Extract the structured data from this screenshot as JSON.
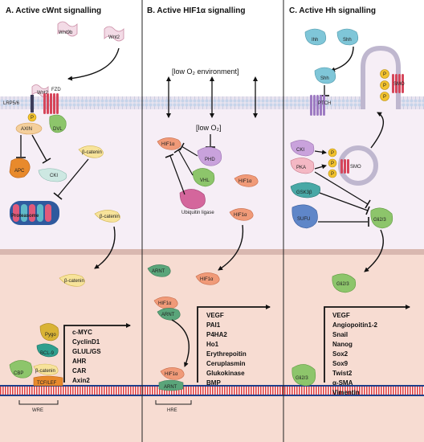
{
  "panels": [
    {
      "title": "A. Active  cWnt signalling"
    },
    {
      "title": "B. Active HIF1α signalling"
    },
    {
      "title": "C. Active Hh signalling"
    }
  ],
  "wnt": {
    "wnt9b": "Wnt9b",
    "wnt2": "Wnt2",
    "wnt2_receptor": "Wnt2",
    "lrp": "LRP5/6",
    "fzd": "FZD",
    "p": "P",
    "axin": "AXIN",
    "dvl": "DVL",
    "apc": "APC",
    "cki": "CKI",
    "beta_catenin_cyto": "β-catenin",
    "proteasome": "Proteasome",
    "beta_catenin_1": "β-catenin",
    "beta_catenin_2": "β-catenin",
    "pygo": "Pygo",
    "bcl9": "BCL-9",
    "cbp": "CBP",
    "beta_catenin_nuc": "β-catenin",
    "tcf": "TCF/LEF",
    "wre": "WRE",
    "genes": [
      "c-MYC",
      "CyclinD1",
      "GLUL/GS",
      "AHR",
      "CAR",
      "Axin2"
    ]
  },
  "hif": {
    "env_high": "[low O₂ environment]",
    "env_low": "[low O₂]",
    "hif1a_1": "HIF1α",
    "phd": "PHD",
    "vhl": "VHL",
    "hif1a_2": "HIF1α",
    "ubiquitin": "Ubiquitin ligase",
    "hif1a_3": "HIF1α",
    "arnt_1": "ARNT",
    "hif1a_4": "HIF1α",
    "hif1a_5": "HIF1α",
    "arnt_2": "ARNT",
    "hif1a_6": "HIF1α",
    "arnt_3": "ARNT",
    "hre": "HRE",
    "genes": [
      "VEGF",
      "PAI1",
      "P4HA2",
      "Ho1",
      "Erythrepoitin",
      "Ceruplasmin",
      "Glukokinase",
      "BMP"
    ]
  },
  "hh": {
    "ihh": "Ihh",
    "shh_1": "Shh",
    "shh_2": "Shh",
    "ptch": "PTCH",
    "smo_1": "SMO",
    "p": "P",
    "cki": "CKI",
    "pka": "PKA",
    "smo_2": "SMO",
    "gsk3b": "GSK3β",
    "sufu": "SUFU",
    "gli_1": "Gli2/3",
    "gli_2": "Gli2/3",
    "gli_3": "Gli2/3",
    "genes": [
      "VEGF",
      "Angiopoitin1-2",
      "Snail",
      "Nanog",
      "Sox2",
      "Sox9",
      "Twist2",
      "α-SMA",
      "Vimentin"
    ]
  }
}
